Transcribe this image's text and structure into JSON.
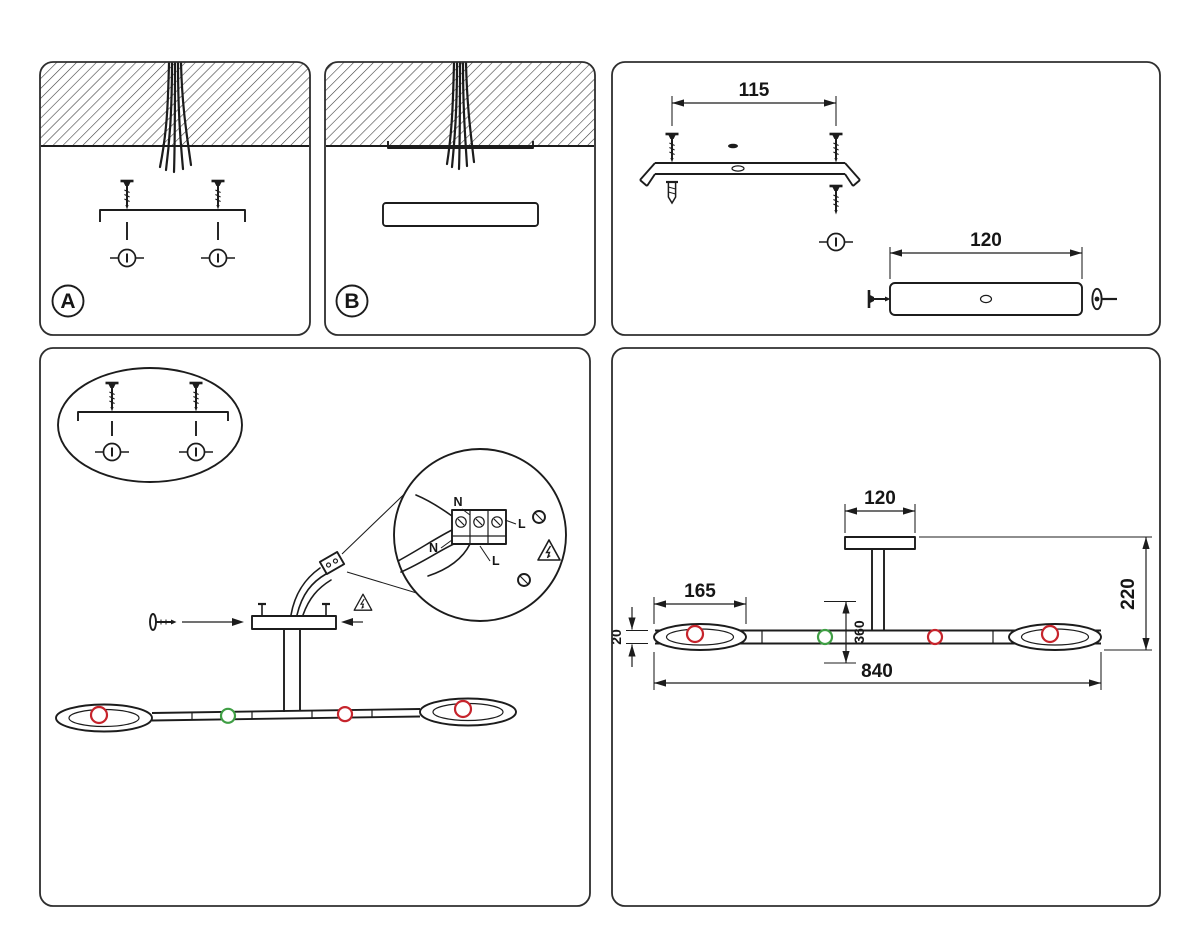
{
  "colors": {
    "ink": "#1c1c1c",
    "lamp_red": "#c6242c",
    "lamp_green": "#3f9e44"
  },
  "icons": {
    "warning": "lightning-bolt-triangle"
  },
  "panels": {
    "step_a": {
      "badge": "A"
    },
    "step_b": {
      "badge": "B"
    },
    "mounting": {
      "bracket_hole_spacing": "115",
      "canopy_length": "120"
    },
    "wiring": {
      "neutral_top": "N",
      "live_top": "L",
      "neutral_bottom": "N",
      "live_bottom": "L"
    },
    "front_view": {
      "canopy_width": "120",
      "ring_diameter": "165",
      "stem_offset": "360",
      "profile_thickness": "20",
      "height": "220",
      "total_width": "840"
    }
  }
}
